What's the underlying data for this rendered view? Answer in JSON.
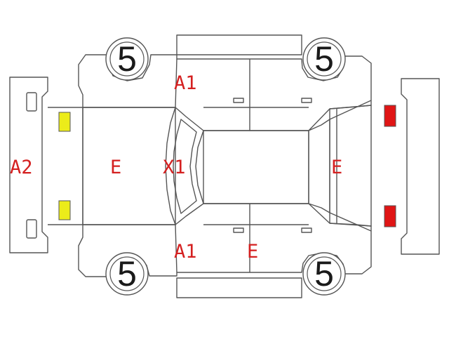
{
  "wheels": {
    "front_left": "5",
    "rear_left": "5",
    "front_right": "5",
    "rear_right": "5"
  },
  "damage_codes": {
    "front_bumper": "A2",
    "hood": "E",
    "windshield": "X1",
    "roof_upper_pillar": "A1",
    "roof_lower_pillar": "A1",
    "trunk": "E",
    "rear_door_lower": "E"
  },
  "colors": {
    "code_text": "#d42020",
    "outline": "#555555",
    "front_lamp": "#ecec1a",
    "rear_lamp": "#e01515"
  },
  "lamps": {
    "front": "yellow",
    "rear": "red"
  }
}
